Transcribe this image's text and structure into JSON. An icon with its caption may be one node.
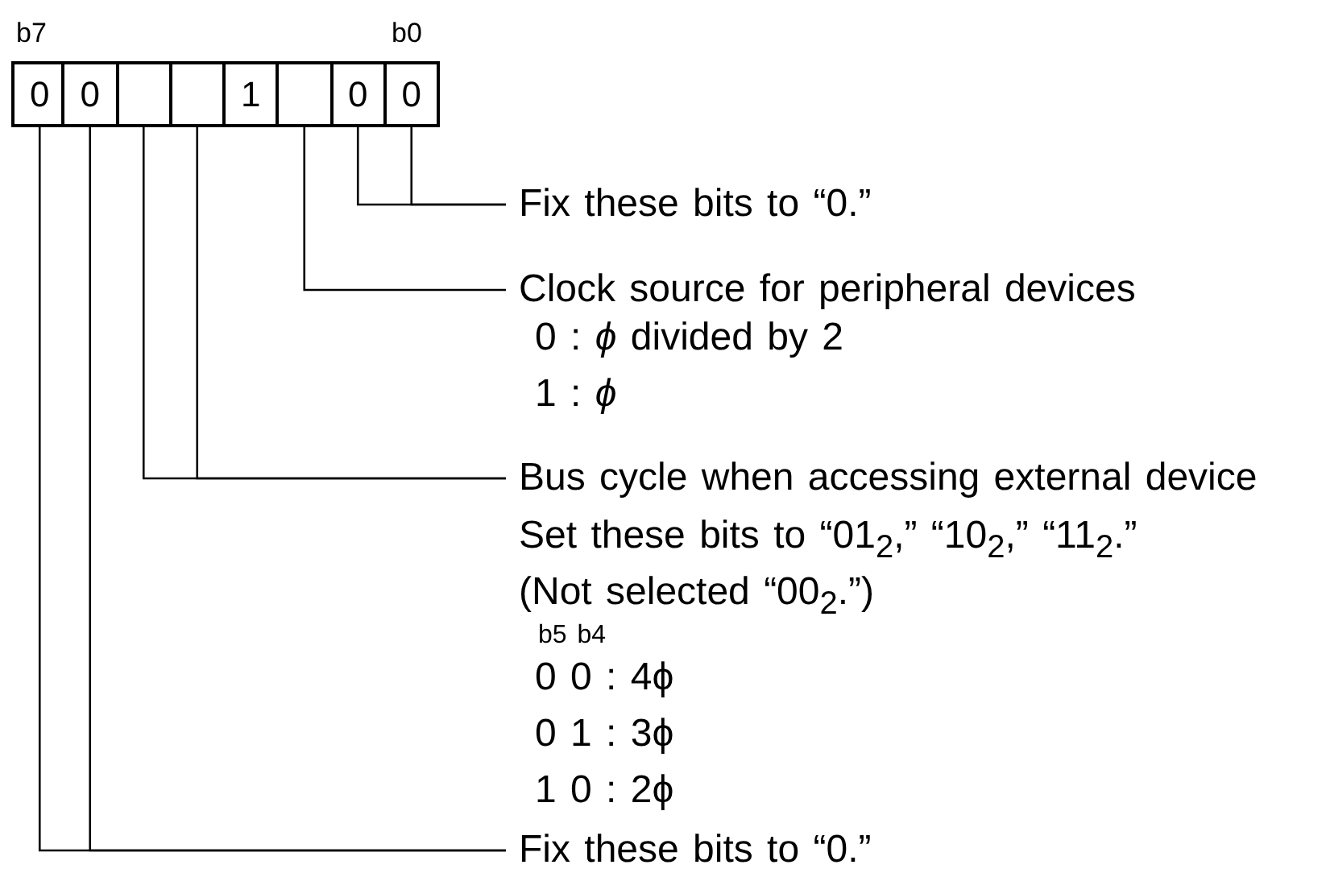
{
  "diagram": {
    "nodes": [
      {
        "text": [
          "0"
        ]
      },
      {
        "text": [
          "0"
        ]
      },
      {
        "text": [],
        "shape": "box"
      },
      {
        "text": [],
        "shape": "box"
      },
      {
        "text": [
          "1"
        ]
      },
      {
        "text": [],
        "shape": "box"
      },
      {
        "text": [
          "0"
        ]
      },
      {
        "text": [
          "0"
        ]
      },
      {
        "text": [
          "Fix these bits to “0.”"
        ]
      },
      {
        "text": [
          "Clock source for peripheral devices",
          "0 : *ϕ* divided by 2",
          "1 : *ϕ*"
        ]
      },
      {
        "text": [
          "Bus cycle when accessing external device",
          "Set these bits to “01$_{2}$,” “10$_{2}$,” “11$_{2}$.”",
          "(Not selected “00$_{2}$.”)",
          "b5 b4",
          "0 0 : 4ϕ",
          "0 1 : 3ϕ",
          "1 0 : 2ϕ"
        ]
      },
      {
        "text": [
          "Fix these bits to “0.”"
        ]
      }
    ],
    "edges": [
      {
        "from": 6,
        "to": 8,
        "arrow": "none"
      },
      {
        "from": 7,
        "to": 8,
        "arrow": "none"
      },
      {
        "from": 5,
        "to": 9,
        "arrow": "none"
      },
      {
        "from": 2,
        "to": 10,
        "arrow": "none"
      },
      {
        "from": 3,
        "to": 10,
        "arrow": "none"
      },
      {
        "from": 0,
        "to": 11,
        "arrow": "none"
      },
      {
        "from": 1,
        "to": 11,
        "arrow": "none"
      }
    ],
    "labels": [
      "b7",
      "b0"
    ]
  }
}
